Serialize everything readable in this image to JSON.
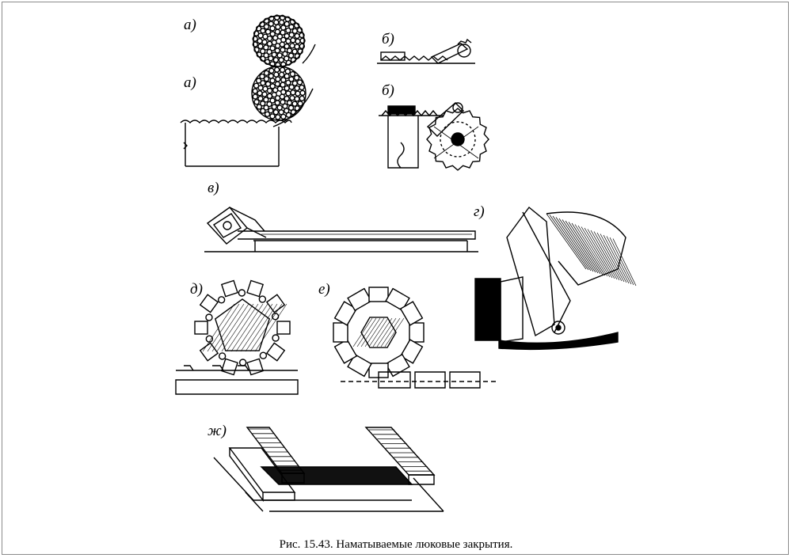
{
  "figure": {
    "panels": [
      {
        "id": "a1",
        "label": "а)"
      },
      {
        "id": "a2",
        "label": "а)"
      },
      {
        "id": "b1",
        "label": "б)"
      },
      {
        "id": "b2",
        "label": "б)"
      },
      {
        "id": "v",
        "label": "в)"
      },
      {
        "id": "g",
        "label": "г)"
      },
      {
        "id": "d",
        "label": "д)"
      },
      {
        "id": "e",
        "label": "е)"
      },
      {
        "id": "zh",
        "label": "ж)"
      }
    ],
    "caption": "Рис. 15.43. Наматываемые люковые закрытия."
  }
}
